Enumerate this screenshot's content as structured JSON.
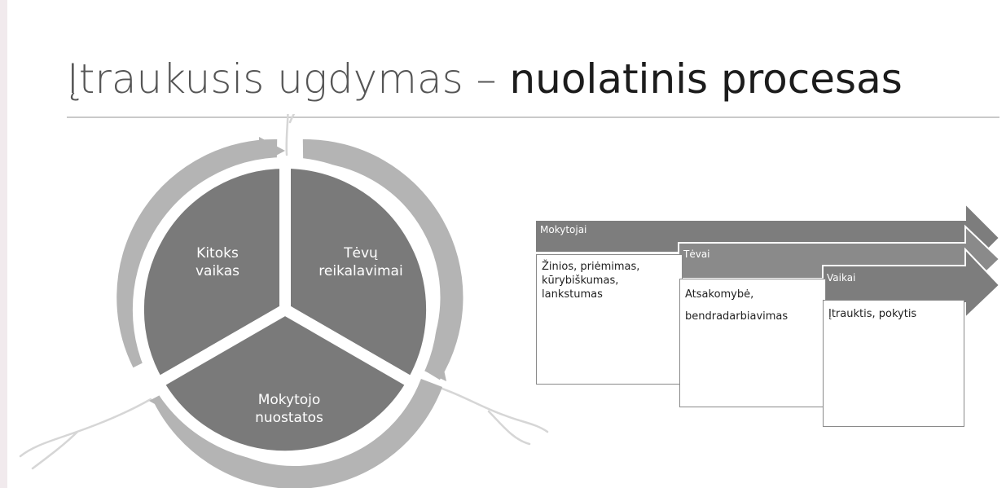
{
  "title": {
    "part1": "Įtraukusis ugdymas –",
    "part2": "nuolatinis procesas"
  },
  "cycle": {
    "segments": [
      {
        "line1": "Kitoks",
        "line2": "vaikas"
      },
      {
        "line1": "Tėvų",
        "line2": "reikalavimai"
      },
      {
        "line1": "Mokytojo",
        "line2": "nuostatos"
      }
    ]
  },
  "process": {
    "stages": [
      {
        "label": "Mokytojai",
        "text": "Žinios, priėmimas, kūrybiškumas, lankstumas"
      },
      {
        "label": "Tėvai",
        "line1": "Atsakomybė,",
        "line2": "bendradarbiavimas"
      },
      {
        "label": "Vaikai",
        "text": "Įtrauktis, pokytis"
      }
    ]
  },
  "colors": {
    "segment_fill": "#7a7a7a",
    "ring": "#b4b4b4",
    "band": "#7d7d7d",
    "card_border": "#8a8a8a"
  }
}
